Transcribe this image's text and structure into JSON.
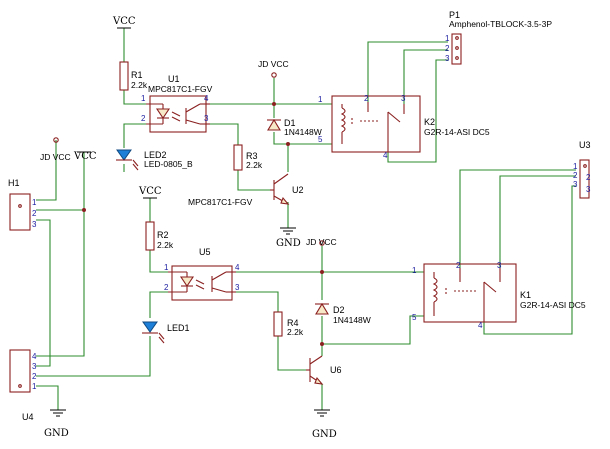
{
  "power": {
    "vcc": "VCC",
    "jd_vcc": "JD VCC",
    "gnd": "GND"
  },
  "components": {
    "r1": {
      "ref": "R1",
      "value": "2.2k"
    },
    "r2": {
      "ref": "R2",
      "value": "2.2k"
    },
    "r3": {
      "ref": "R3",
      "value": "2.2k"
    },
    "r4": {
      "ref": "R4",
      "value": "2.2k"
    },
    "u1": {
      "ref": "U1",
      "value": "MPC817C1-FGV"
    },
    "u5": {
      "ref": "U5"
    },
    "u2": {
      "ref": "U2",
      "value": "MPC817C1-FGV"
    },
    "u6": {
      "ref": "U6"
    },
    "d1": {
      "ref": "D1",
      "value": "1N4148W"
    },
    "d2": {
      "ref": "D2",
      "value": "1N4148W"
    },
    "led2": {
      "ref": "LED2",
      "value": "LED-0805_B"
    },
    "led1": {
      "ref": "LED1"
    },
    "k2": {
      "ref": "K2",
      "value": "G2R-14-ASI DC5"
    },
    "k1": {
      "ref": "K1",
      "value": "G2R-14-ASI DC5"
    },
    "p1": {
      "ref": "P1",
      "value": "Amphenol-TBLOCK-3.5-3P"
    },
    "u3": {
      "ref": "U3"
    },
    "h1": {
      "ref": "H1"
    },
    "u4": {
      "ref": "U4"
    }
  },
  "pins": {
    "n1": "1",
    "n2": "2",
    "n3": "3",
    "n4": "4",
    "n5": "5"
  }
}
